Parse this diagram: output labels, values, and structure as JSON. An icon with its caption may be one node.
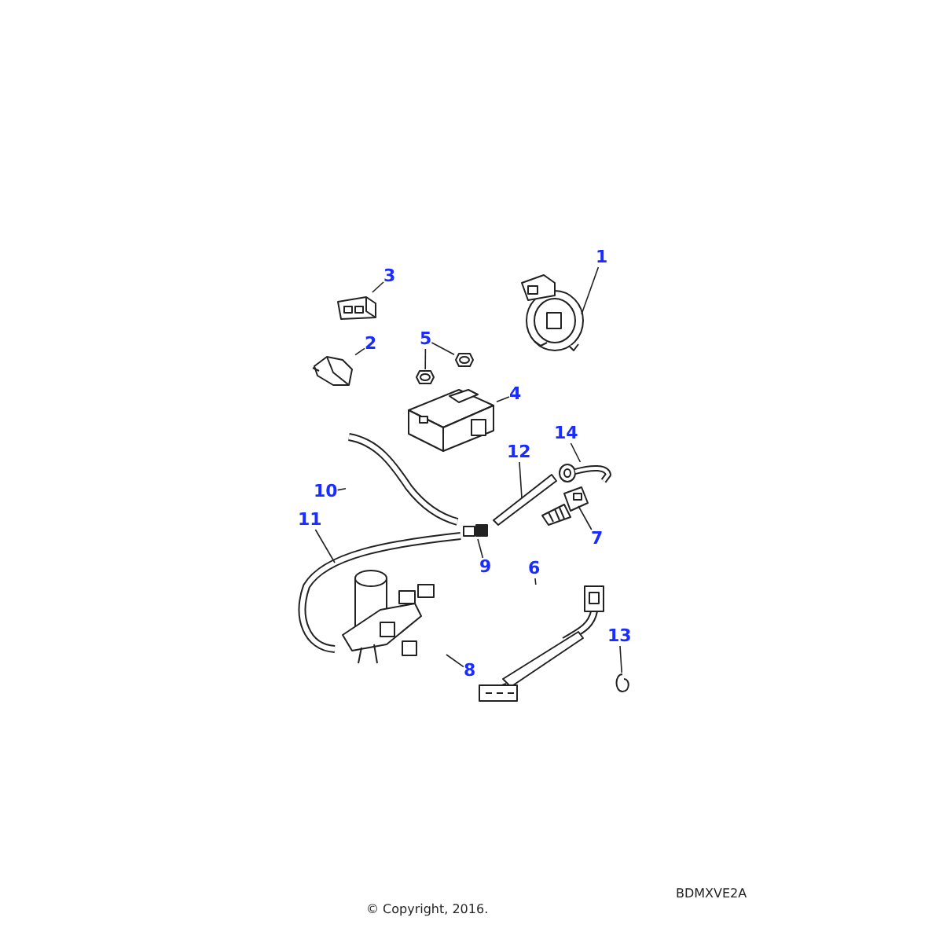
{
  "diagram": {
    "nodes": [
      {
        "text": [
          "1"
        ]
      },
      {
        "text": [],
        "shape": "picture"
      },
      {
        "text": [
          "3"
        ]
      },
      {
        "text": [],
        "shape": "picture"
      },
      {
        "text": [
          "5"
        ]
      },
      {
        "text": [],
        "shape": "picture"
      },
      {
        "text": [],
        "shape": "picture"
      },
      {
        "text": [
          "2"
        ]
      },
      {
        "text": [],
        "shape": "picture"
      },
      {
        "text": [
          "4"
        ]
      },
      {
        "text": [],
        "shape": "picture"
      },
      {
        "text": [
          "14"
        ]
      },
      {
        "text": [],
        "shape": "picture"
      },
      {
        "text": [
          "12"
        ]
      },
      {
        "text": [],
        "shape": "picture"
      },
      {
        "text": [
          "10"
        ]
      },
      {
        "text": [],
        "shape": "picture"
      },
      {
        "text": [
          "7"
        ]
      },
      {
        "text": [],
        "shape": "picture"
      },
      {
        "text": [
          "11"
        ]
      },
      {
        "text": [],
        "shape": "picture"
      },
      {
        "text": [
          "9"
        ]
      },
      {
        "text": [],
        "shape": "picture"
      },
      {
        "text": [
          "6"
        ]
      },
      {
        "text": [],
        "shape": "picture"
      },
      {
        "text": [
          "13"
        ]
      },
      {
        "text": [],
        "shape": "picture"
      },
      {
        "text": [
          "8"
        ]
      },
      {
        "text": [],
        "shape": "picture"
      }
    ],
    "edges": [
      {
        "from": 0,
        "to": 1,
        "arrow": "none"
      },
      {
        "from": 2,
        "to": 3,
        "arrow": "none"
      },
      {
        "from": 4,
        "to": 5,
        "arrow": "none"
      },
      {
        "from": 4,
        "to": 6,
        "arrow": "none"
      },
      {
        "from": 7,
        "to": 8,
        "arrow": "none"
      },
      {
        "from": 9,
        "to": 10,
        "arrow": "none"
      },
      {
        "from": 11,
        "to": 12,
        "arrow": "none"
      },
      {
        "from": 13,
        "to": 14,
        "arrow": "none"
      },
      {
        "from": 15,
        "to": 16,
        "arrow": "none"
      },
      {
        "from": 17,
        "to": 18,
        "arrow": "none"
      },
      {
        "from": 19,
        "to": 20,
        "arrow": "none"
      },
      {
        "from": 21,
        "to": 22,
        "arrow": "none"
      },
      {
        "from": 23,
        "to": 24,
        "arrow": "none"
      },
      {
        "from": 25,
        "to": 26,
        "arrow": "none"
      },
      {
        "from": 27,
        "to": 28,
        "arrow": "none"
      }
    ],
    "labels": [
      "BDMXVE2A",
      "© Copyright, 2016."
    ]
  }
}
